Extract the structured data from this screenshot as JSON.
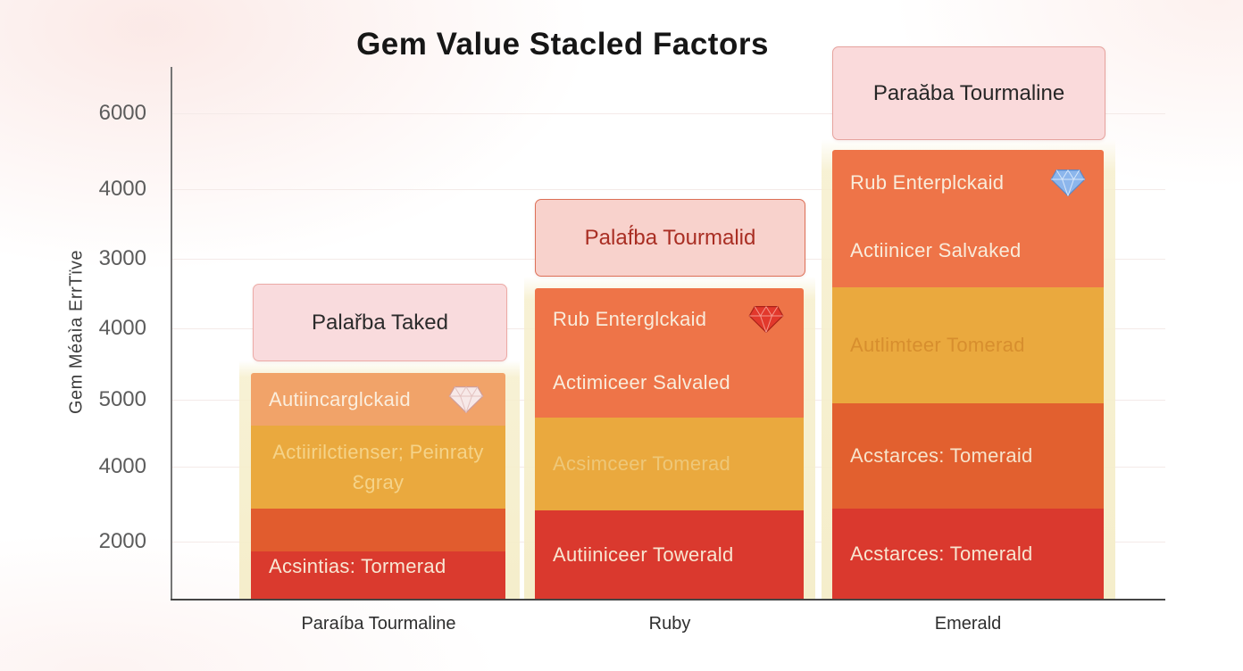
{
  "chart_data": {
    "type": "stacked-bar",
    "title": "Gem Value Stacled Factors",
    "ylabel": "Gem Méaìa ErrTïve",
    "xlabel": "",
    "grid": true,
    "legend": "none",
    "ylim_estimate": [
      0,
      7500
    ],
    "y_tick_labels_top_to_bottom": [
      "6000",
      "4000",
      "3000",
      "4000",
      "5000",
      "4000",
      "2000"
    ],
    "categories": [
      "Paraíba Tourmaline",
      "Ruby",
      "Emerald"
    ],
    "bars": [
      {
        "category": "Paraíba Tourmaline",
        "total_estimate": 3180,
        "annotation": {
          "text": "Palařba Taked",
          "bg": "#f9dbdd",
          "border": "#ecaaa6",
          "color": "#2b2b2b"
        },
        "segments_bottom_to_top": [
          {
            "label": "Acsintias: Tormerad",
            "color": "#da3a2e",
            "text_color": "#f8e7d4",
            "value_estimate": 680
          },
          {
            "label": "",
            "color": "#e15c2e",
            "text_color": "",
            "value_estimate": 600
          },
          {
            "line1": "Actiirilctienser; Peinraty",
            "line2": "Ɛgray",
            "color": "#eaa93e",
            "text_color": "#f5d389",
            "value_estimate": 1160
          },
          {
            "label": "Autiincarglckaid",
            "color": "#f1a369",
            "text_color": "#fbeedd",
            "value_estimate": 740,
            "icon": {
              "name": "diamond-icon",
              "fill": "#f7e9e8",
              "stroke": "#cf9d9a",
              "accent": "#e3c2c0"
            }
          }
        ]
      },
      {
        "category": "Ruby",
        "total_estimate": 4360,
        "annotation": {
          "text": "Palaf́ba Tourmalid",
          "bg": "#f8d2cc",
          "border": "#dd7057",
          "color": "#a92e23"
        },
        "segments_bottom_to_top": [
          {
            "label": "Autiiniceer Towerald",
            "color": "#da392e",
            "text_color": "#f8e5d0",
            "value_estimate": 1250
          },
          {
            "label": "Acsimceer Tomerad",
            "color": "#eaa93e",
            "text_color": "#eec778",
            "value_estimate": 1300
          },
          {
            "line1": "Rub Enterglckaid",
            "line2": "Actimiceer Salvaled",
            "color": "#ee7448",
            "text_color": "#f9ecdb",
            "value_estimate": 1810,
            "icon": {
              "name": "diamond-icon",
              "fill": "#e2382c",
              "stroke": "#a82218",
              "accent": "#f4978b"
            }
          }
        ]
      },
      {
        "category": "Emerald",
        "total_estimate": 6300,
        "annotation": {
          "text": "Paraăba Tourmaline",
          "bg": "#fadadb",
          "border": "#e6a39e",
          "color": "#262626"
        },
        "segments_bottom_to_top": [
          {
            "label": "Acstarces: Tomerald",
            "color": "#da392e",
            "text_color": "#f8e5d0",
            "value_estimate": 1280
          },
          {
            "label": "Acstarces: Tomeraid",
            "color": "#e2602f",
            "text_color": "#f7e3cb",
            "value_estimate": 1480
          },
          {
            "label": "Autlimteer Tomerad",
            "color": "#eaa93e",
            "text_color": "#d78e2e",
            "value_estimate": 1630
          },
          {
            "line1": "Rub Enterplckaid",
            "line2": "Actiinicer Salvaked",
            "color": "#ee7448",
            "text_color": "#f9ecdb",
            "value_estimate": 1930,
            "icon": {
              "name": "diamond-icon",
              "fill": "#8cb6ec",
              "stroke": "#5d88c6",
              "accent": "#d6e6fa"
            }
          }
        ]
      }
    ]
  }
}
